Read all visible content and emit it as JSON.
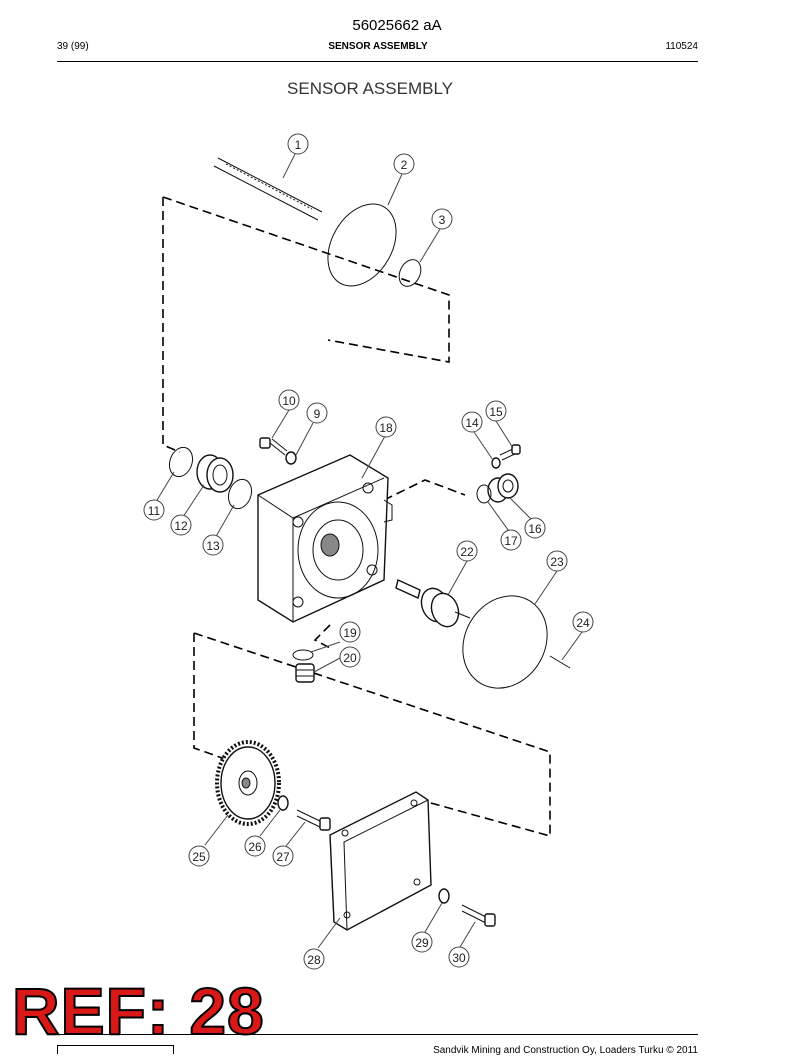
{
  "header": {
    "doc_number": "56025662 aA",
    "page_count": "39 (99)",
    "title": "SENSOR ASSEMBLY",
    "code": "110524"
  },
  "drawing": {
    "title": "SENSOR ASSEMBLY",
    "callouts": [
      "1",
      "2",
      "3",
      "9",
      "10",
      "11",
      "12",
      "13",
      "14",
      "15",
      "16",
      "17",
      "18",
      "19",
      "20",
      "22",
      "23",
      "24",
      "25",
      "26",
      "27",
      "28",
      "29",
      "30"
    ]
  },
  "stamp": {
    "text": "REF: 28",
    "color": "#d91818"
  },
  "footer": {
    "copyright": "Sandvik Mining and Construction Oy, Loaders Turku © 2011"
  }
}
